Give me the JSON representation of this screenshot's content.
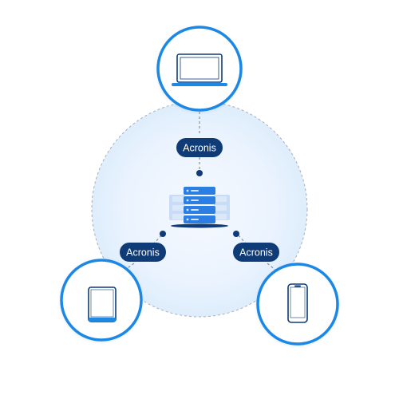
{
  "diagram": {
    "badges": [
      {
        "id": "top",
        "label": "Acronis"
      },
      {
        "id": "left",
        "label": "Acronis"
      },
      {
        "id": "right",
        "label": "Acronis"
      }
    ],
    "devices": [
      {
        "id": "top",
        "icon": "laptop-icon"
      },
      {
        "id": "left",
        "icon": "tablet-icon"
      },
      {
        "id": "right",
        "icon": "smartphone-icon"
      }
    ],
    "center_icon": "server-stack-icon",
    "colors": {
      "accent": "#1e88e5",
      "badge": "#0f3b76",
      "connector": "#8a8f99",
      "hub_glow": "#e3effd"
    }
  }
}
